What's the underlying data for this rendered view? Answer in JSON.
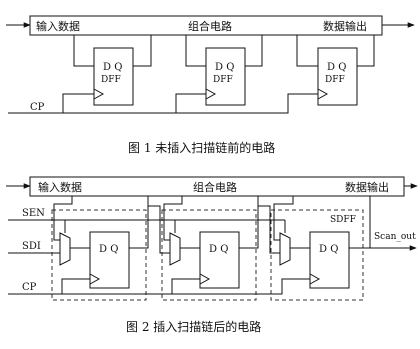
{
  "figure1": {
    "bus_left": "输入数据",
    "bus_center": "组合电路",
    "bus_right": "数据输出",
    "clock_label": "CP",
    "ff_pins": "D Q",
    "ff_name": "DFF",
    "caption": "图 1   未插入扫描链前的电路"
  },
  "figure2": {
    "bus_left": "输入数据",
    "bus_center": "组合电路",
    "bus_right": "数据输出",
    "sen_label": "SEN",
    "sdi_label": "SDI",
    "clock_label": "CP",
    "sdff_label": "SDFF",
    "scan_out_label": "Scan_out",
    "ff_pins": "D Q",
    "caption": "图 2   插入扫描链后的电路"
  }
}
